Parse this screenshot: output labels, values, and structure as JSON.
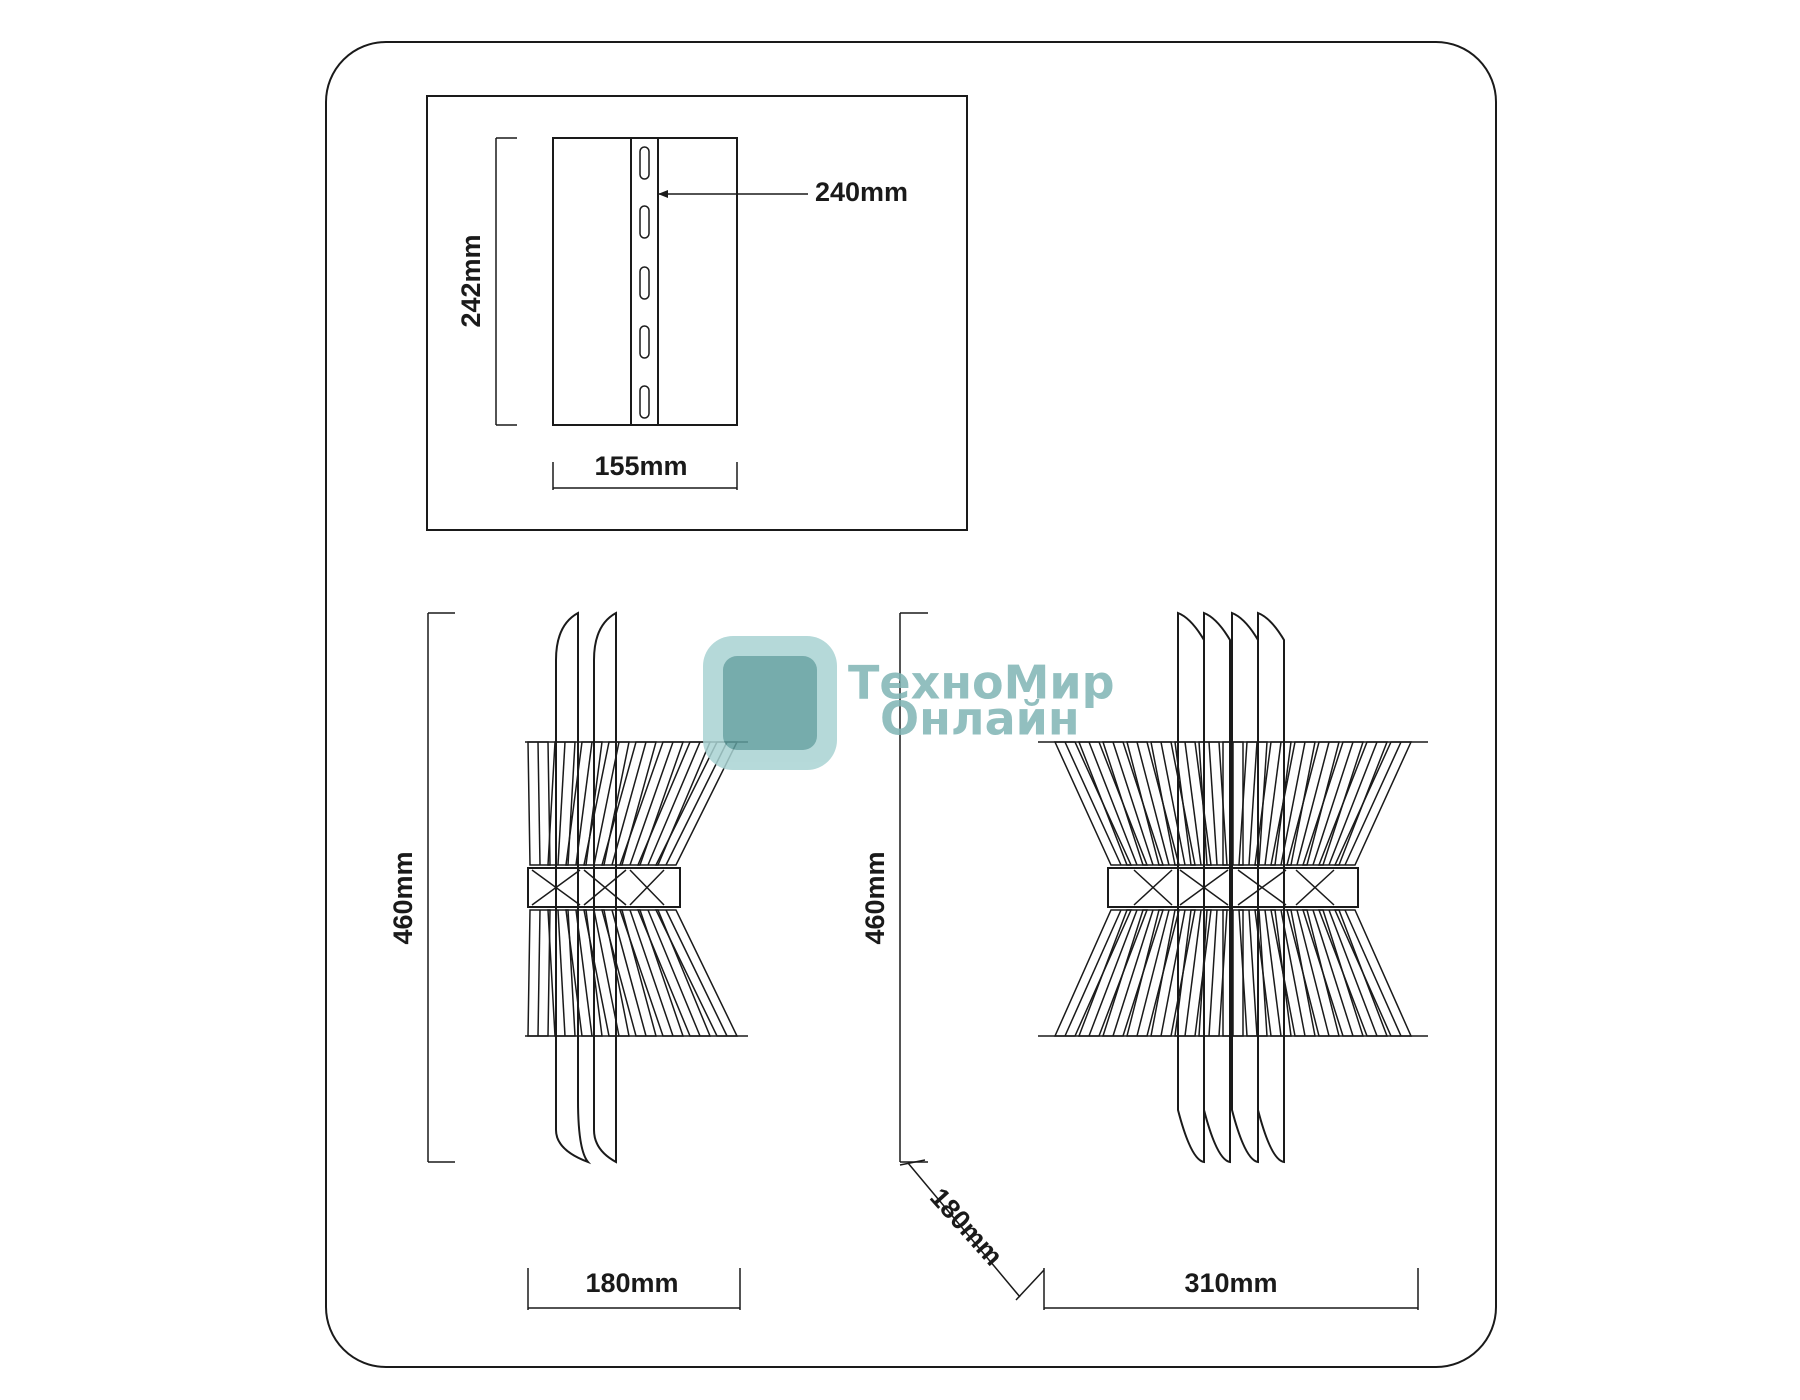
{
  "dimensions": {
    "mount_height": "242mm",
    "slot_span": "240mm",
    "mount_width": "155mm",
    "side_height": "460mm",
    "front_height": "460mm",
    "side_depth": "180mm",
    "front_depth": "180mm",
    "front_width": "310mm"
  },
  "watermark": {
    "line1": "ТехноМир",
    "line2": "Онлайн",
    "color": "#7fb5b5"
  }
}
